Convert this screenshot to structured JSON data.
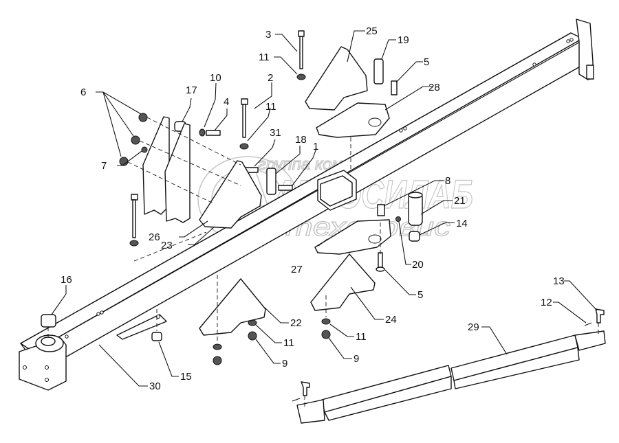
{
  "diagram": {
    "type": "exploded-parts-diagram",
    "subject": "boom / frame assembly with brackets, plates and telescopic rod",
    "watermark": {
      "line1": "группа компаний",
      "line2": "АГРОСИЛАБ",
      "line3": "техсервис",
      "color": "#c4c4c4"
    },
    "line_color": "#111111",
    "callouts": [
      {
        "id": "c1",
        "label": "1"
      },
      {
        "id": "c2",
        "label": "2"
      },
      {
        "id": "c3",
        "label": "3"
      },
      {
        "id": "c4",
        "label": "4"
      },
      {
        "id": "c5a",
        "label": "5"
      },
      {
        "id": "c5b",
        "label": "5"
      },
      {
        "id": "c6",
        "label": "6"
      },
      {
        "id": "c7",
        "label": "7"
      },
      {
        "id": "c8",
        "label": "8"
      },
      {
        "id": "c9a",
        "label": "9"
      },
      {
        "id": "c9b",
        "label": "9"
      },
      {
        "id": "c10",
        "label": "10"
      },
      {
        "id": "c11a",
        "label": "11"
      },
      {
        "id": "c11b",
        "label": "11"
      },
      {
        "id": "c11c",
        "label": "11"
      },
      {
        "id": "c11d",
        "label": "11"
      },
      {
        "id": "c12",
        "label": "12"
      },
      {
        "id": "c13",
        "label": "13"
      },
      {
        "id": "c14",
        "label": "14"
      },
      {
        "id": "c15",
        "label": "15"
      },
      {
        "id": "c16",
        "label": "16"
      },
      {
        "id": "c17",
        "label": "17"
      },
      {
        "id": "c18",
        "label": "18"
      },
      {
        "id": "c19",
        "label": "19"
      },
      {
        "id": "c20",
        "label": "20"
      },
      {
        "id": "c21",
        "label": "21"
      },
      {
        "id": "c22",
        "label": "22"
      },
      {
        "id": "c23",
        "label": "23"
      },
      {
        "id": "c24",
        "label": "24"
      },
      {
        "id": "c25",
        "label": "25"
      },
      {
        "id": "c26",
        "label": "26"
      },
      {
        "id": "c27",
        "label": "27"
      },
      {
        "id": "c28",
        "label": "28"
      },
      {
        "id": "c29",
        "label": "29"
      },
      {
        "id": "c30",
        "label": "30"
      },
      {
        "id": "c31",
        "label": "31"
      }
    ]
  }
}
